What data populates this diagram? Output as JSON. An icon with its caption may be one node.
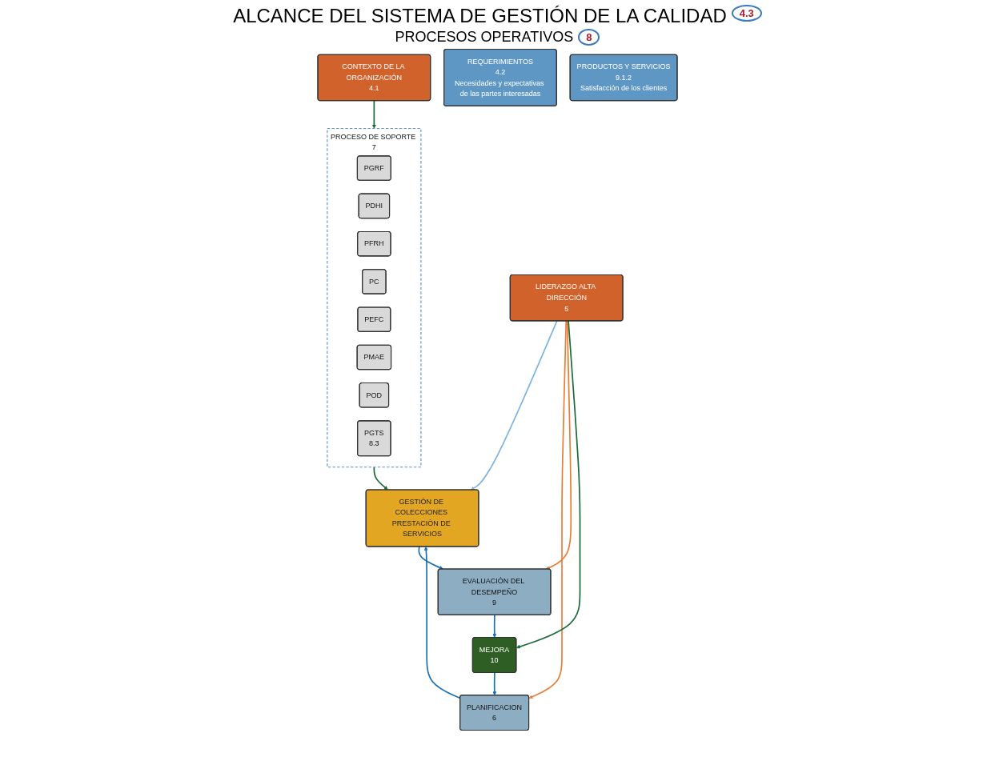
{
  "diagram": {
    "title": "ALCANCE DEL SISTEMA DE GESTIÓN DE LA CALIDAD",
    "nodes": [
      {
        "text": [
          "CONTEXTO DE LA ORGANIZACIÓN",
          "4.1"
        ]
      },
      {
        "text": [
          "PROCESO DE SOPORTE",
          "7"
        ]
      },
      {
        "text": [
          "PGRF"
        ],
        "in": 1
      },
      {
        "text": [
          "PDHI"
        ],
        "in": 1
      },
      {
        "text": [
          "PFRH"
        ],
        "in": 1
      },
      {
        "text": [
          "PC"
        ],
        "in": 1
      },
      {
        "text": [
          "PEFC"
        ],
        "in": 1
      },
      {
        "text": [
          "PMAE"
        ],
        "in": 1
      },
      {
        "text": [
          "POD"
        ],
        "in": 1
      },
      {
        "text": [
          "PGTS",
          "8.3"
        ],
        "in": 1
      },
      {
        "text": [
          "GESTIÒN DE COLECCIONES PRESTACIÒN DE SERVICIOS"
        ]
      },
      {
        "text": [
          "REQUERIMIENTOS",
          "4.2",
          "Necesidades y expectativas de las partes interesadas"
        ]
      },
      {
        "text": [
          "PRODUCTOS Y SERVICIOS",
          "9.1.2",
          "Satisfacción de los clientes"
        ]
      },
      {
        "text": [
          "PLANIFICACION",
          "6"
        ]
      },
      {
        "text": [
          "LIDERAZGO ALTA DIRECCIÓN",
          "5"
        ]
      },
      {
        "text": [
          "EVALUACIÓN DEL DESEMPEÑO",
          "9"
        ]
      },
      {
        "text": [
          "MEJORA",
          "10"
        ]
      }
    ],
    "edges": [
      {
        "from": 0,
        "to": 1,
        "arrow": "to",
        "color": "#1b6b3a"
      },
      {
        "from": 1,
        "to": 10,
        "arrow": "to",
        "color": "#1b6b3a"
      },
      {
        "from": 13,
        "to": 10,
        "arrow": "to"
      },
      {
        "from": 10,
        "to": 15,
        "arrow": "to"
      },
      {
        "from": 15,
        "to": 16,
        "arrow": "to"
      },
      {
        "from": 16,
        "to": 13,
        "arrow": "to"
      },
      {
        "from": 14,
        "to": 10,
        "arrow": "to",
        "color": "#7fb3e0"
      },
      {
        "from": 14,
        "to": 13,
        "arrow": "to",
        "color": "#e87d33"
      },
      {
        "from": 14,
        "to": 15,
        "arrow": "to",
        "color": "#e87d33"
      },
      {
        "from": 14,
        "to": 16,
        "arrow": "to",
        "color": "#1b6b3a"
      }
    ],
    "labels": [
      "4.3",
      "PROCESOS OPERATIVOS",
      "8"
    ]
  }
}
